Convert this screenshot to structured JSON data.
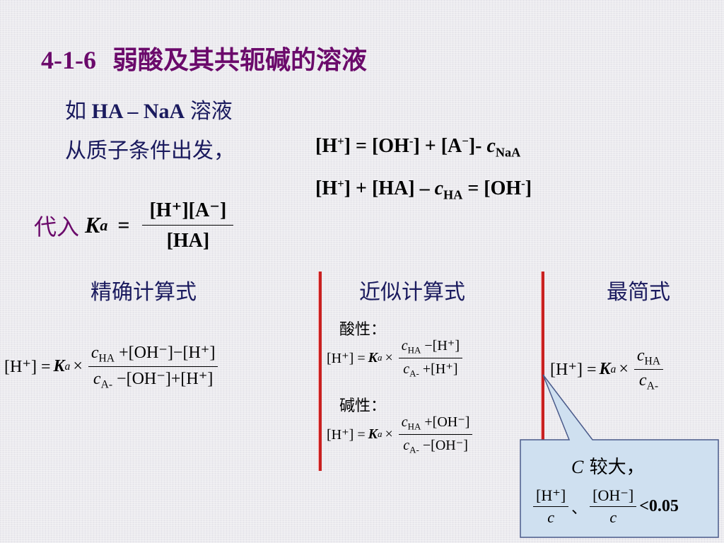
{
  "title": {
    "number": "4-1-6",
    "text": "弱酸及其共轭碱的溶液"
  },
  "intro": {
    "line1_prefix": "如",
    "line1_formula": "HA – NaA",
    "line1_suffix": "溶液",
    "line2": "从质子条件出发，"
  },
  "pbe": {
    "line1": {
      "h": "[H",
      "plus": "+",
      "eq": "] = [OH",
      "minus": "-",
      "mid": "] + [A",
      "minus2": "−",
      "end": "]- ",
      "c": "c",
      "sub": "NaA"
    },
    "line2": {
      "h": "[H",
      "plus": "+",
      "mid": "] + [HA] – ",
      "c": "c",
      "sub": "HA",
      "end": " = [OH",
      "minus": "-",
      "close": "]"
    }
  },
  "substitute": {
    "label": "代入",
    "ka": "K",
    "ka_sub": "a",
    "eq": "=",
    "numer": "[H⁺][A⁻]",
    "denom": "[HA]"
  },
  "headers": {
    "exact": "精确计算式",
    "approx": "近似计算式",
    "simplest": "最简式"
  },
  "exact": {
    "lhs": "[H⁺] =",
    "k": "K",
    "ksub": "a",
    "times": "×",
    "numer_c": "c",
    "numer_sub": "HA",
    "numer_rest": " +[OH⁻]−[H⁺]",
    "denom_c": "c",
    "denom_sub": "A-",
    "denom_rest": " −[OH⁻]+[H⁺]"
  },
  "approx": {
    "acid_label": "酸性：",
    "base_label": "碱性：",
    "acid": {
      "lhs": "[H⁺] =",
      "k": "K",
      "ksub": "a",
      "times": "×",
      "nc": "c",
      "nsub": "HA",
      "nrest": " −[H⁺]",
      "dc": "c",
      "dsub": "A-",
      "drest": " +[H⁺]"
    },
    "base": {
      "lhs": "[H⁺] =",
      "k": "K",
      "ksub": "a",
      "times": "×",
      "nc": "c",
      "nsub": "HA",
      "nrest": " +[OH⁻]",
      "dc": "c",
      "dsub": "A-",
      "drest": " −[OH⁻]"
    }
  },
  "simplest": {
    "lhs": "[H⁺] =",
    "k": "K",
    "ksub": "a",
    "times": "×",
    "nc": "c",
    "nsub": "HA",
    "dc": "c",
    "dsub": "A-"
  },
  "callout": {
    "c": "C",
    "text": " 较大，",
    "f1_numer": "[H⁺]",
    "f1_denom": "c",
    "sep": "、",
    "f2_numer": "[OH⁻]",
    "f2_denom": "c",
    "cond": "<0.05"
  },
  "colors": {
    "title": "#6b0a6b",
    "text": "#1a1a5e",
    "divider": "#c82020",
    "callout_fill": "#cfe0f0"
  }
}
